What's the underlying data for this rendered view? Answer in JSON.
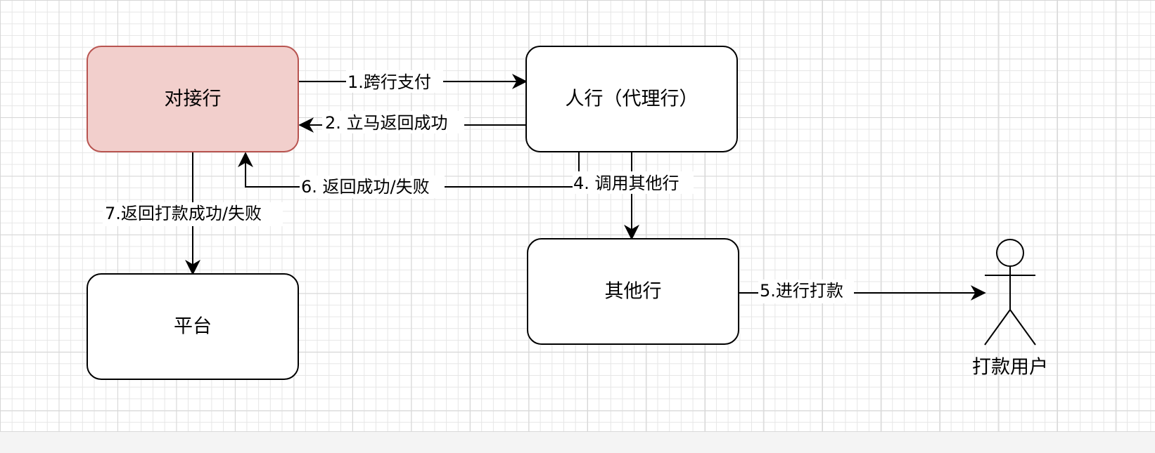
{
  "nodes": {
    "duijiehang": {
      "label": "对接行",
      "fill": "#f2cfcc",
      "stroke": "#b85450"
    },
    "renhang": {
      "label": "人行（代理行）",
      "fill": "#ffffff",
      "stroke": "#000000"
    },
    "pingtai": {
      "label": "平台",
      "fill": "#ffffff",
      "stroke": "#000000"
    },
    "qitahang": {
      "label": "其他行",
      "fill": "#ffffff",
      "stroke": "#000000"
    },
    "user": {
      "label": "打款用户"
    }
  },
  "edges": {
    "e1": {
      "label": "1.跨行支付"
    },
    "e2": {
      "label": "2. 立马返回成功"
    },
    "e4": {
      "label": "4. 调用其他行"
    },
    "e5": {
      "label": "5.进行打款"
    },
    "e6": {
      "label": "6. 返回成功/失败"
    },
    "e7": {
      "label": "7.返回打款成功/失败"
    }
  }
}
